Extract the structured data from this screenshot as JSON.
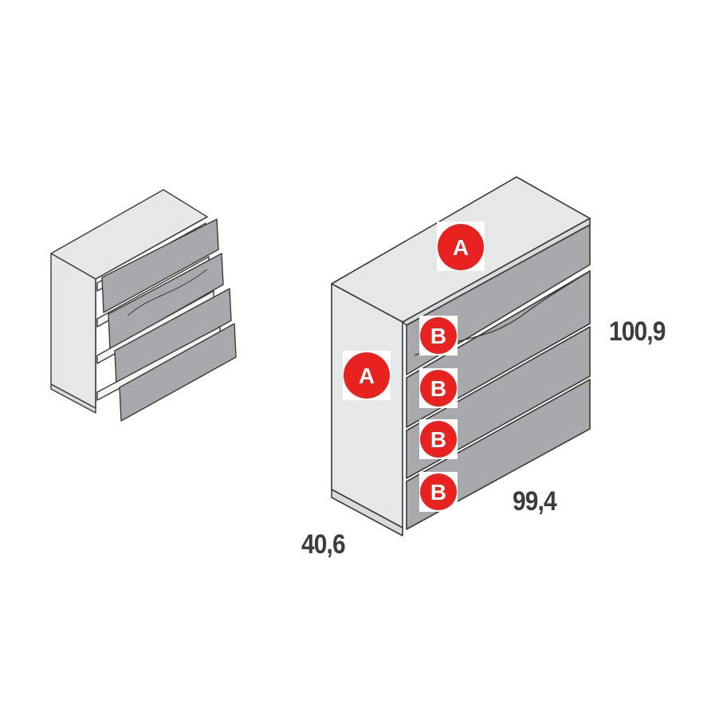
{
  "dimensions": {
    "height": "100,9",
    "width": "99,4",
    "depth": "40,6"
  },
  "labels": {
    "A": "A",
    "B": "B"
  },
  "colors": {
    "badge": "#e8231f",
    "panel_light": "#e6e7e8",
    "front_grey": "#a7a9ac",
    "line": "#3a3a3a",
    "dimension_text": "#3c3c3c"
  }
}
